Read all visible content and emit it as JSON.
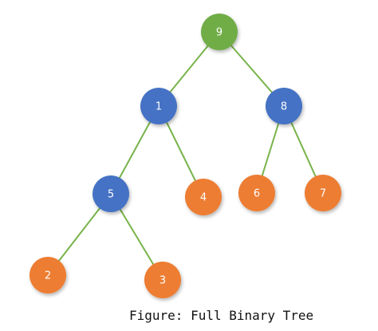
{
  "caption": "Figure: Full Binary Tree",
  "colors": {
    "edge": "#77b34a",
    "root": "#70ad47",
    "internal": "#4472c4",
    "leaf": "#ed7d31"
  },
  "tree": {
    "nodes": [
      {
        "id": "n9",
        "label": "9",
        "kind": "root"
      },
      {
        "id": "n1",
        "label": "1",
        "kind": "internal"
      },
      {
        "id": "n8",
        "label": "8",
        "kind": "internal"
      },
      {
        "id": "n5",
        "label": "5",
        "kind": "internal"
      },
      {
        "id": "n4",
        "label": "4",
        "kind": "leaf"
      },
      {
        "id": "n6",
        "label": "6",
        "kind": "leaf"
      },
      {
        "id": "n7",
        "label": "7",
        "kind": "leaf"
      },
      {
        "id": "n2",
        "label": "2",
        "kind": "leaf"
      },
      {
        "id": "n3",
        "label": "3",
        "kind": "leaf"
      }
    ],
    "edges": [
      {
        "from": "n9",
        "to": "n1"
      },
      {
        "from": "n9",
        "to": "n8"
      },
      {
        "from": "n1",
        "to": "n5"
      },
      {
        "from": "n1",
        "to": "n4"
      },
      {
        "from": "n8",
        "to": "n6"
      },
      {
        "from": "n8",
        "to": "n7"
      },
      {
        "from": "n5",
        "to": "n2"
      },
      {
        "from": "n5",
        "to": "n3"
      }
    ]
  }
}
